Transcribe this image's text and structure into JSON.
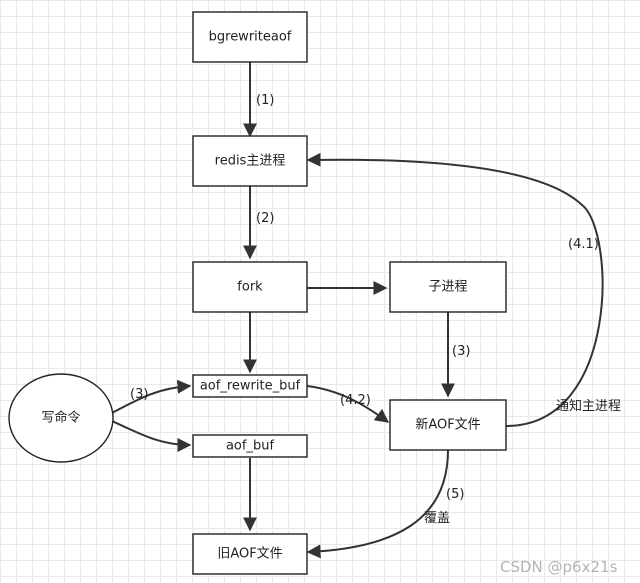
{
  "nodes": {
    "bgrewriteaof": "bgrewriteaof",
    "redis_main": "redis主进程",
    "fork": "fork",
    "child": "子进程",
    "aof_rewrite_buf": "aof_rewrite_buf",
    "aof_buf": "aof_buf",
    "write_cmd": "写命令",
    "new_aof": "新AOF文件",
    "old_aof": "旧AOF文件"
  },
  "edge_labels": {
    "step1": "(1)",
    "step2": "(2)",
    "step3_child": "(3)",
    "step3_write": "(3)",
    "step41": "(4.1)",
    "notify_main": "通知主进程",
    "step42": "(4.2)",
    "step5": "(5)",
    "overwrite": "覆盖"
  },
  "watermark": "CSDN @p6x21s",
  "colors": {
    "stroke": "#222222",
    "grid": "#e9e9e9",
    "box_fill": "#ffffff"
  }
}
